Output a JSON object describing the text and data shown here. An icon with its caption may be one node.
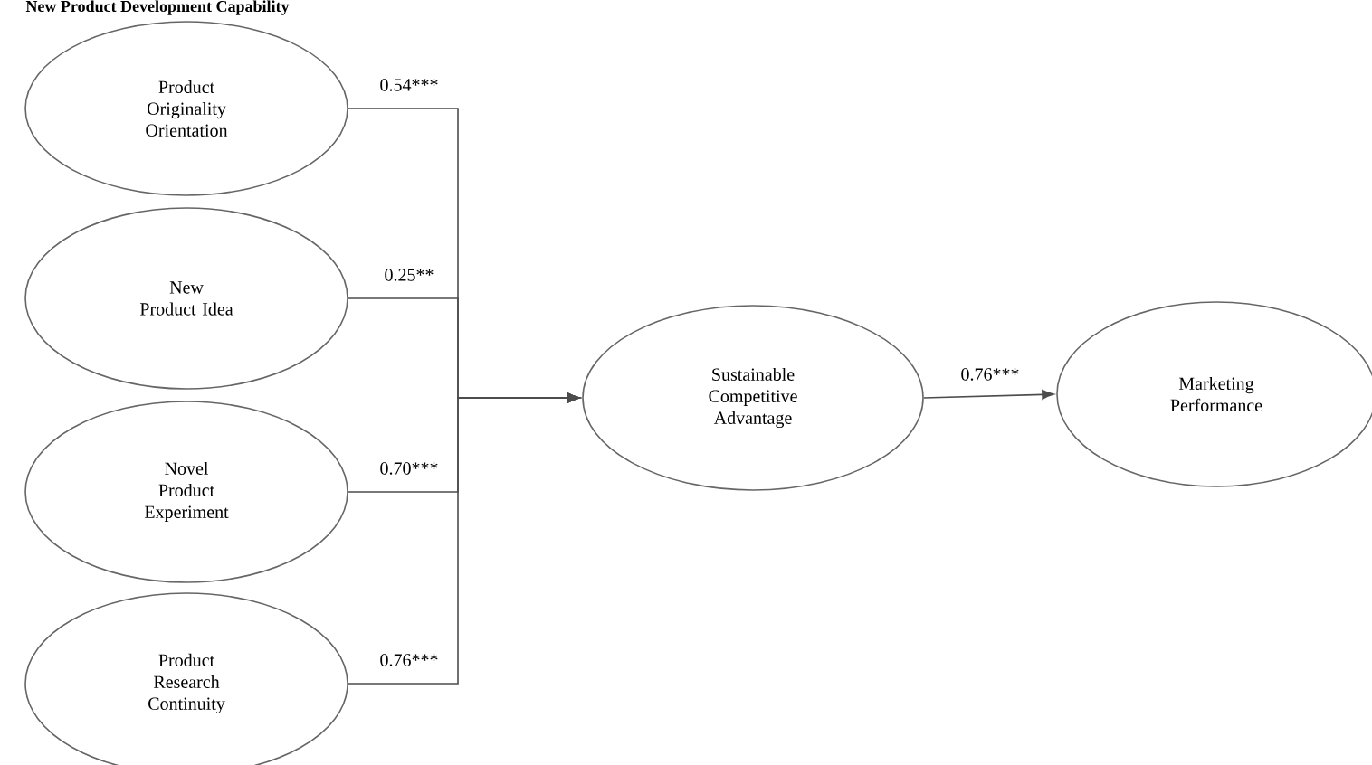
{
  "diagram": {
    "title": "New Product Development Capability",
    "nodes": [
      {
        "text": [
          "Product Originality Orientation"
        ]
      },
      {
        "text": [
          "New Product Idea"
        ]
      },
      {
        "text": [
          "Novel Product Experiment"
        ]
      },
      {
        "text": [
          "Product Research Continuity"
        ]
      },
      {
        "text": [
          "Sustainable Competitive Advantage"
        ]
      },
      {
        "text": [
          "Marketing Performance"
        ]
      }
    ],
    "edges": [
      {
        "from": 0,
        "to": 4,
        "arrow": "to",
        "label": "0.54***"
      },
      {
        "from": 1,
        "to": 4,
        "arrow": "to",
        "label": "0.25**"
      },
      {
        "from": 2,
        "to": 4,
        "arrow": "to",
        "label": "0.70***"
      },
      {
        "from": 3,
        "to": 4,
        "arrow": "to",
        "label": "0.76***"
      },
      {
        "from": 4,
        "to": 5,
        "arrow": "to",
        "label": "0.76***"
      }
    ]
  }
}
